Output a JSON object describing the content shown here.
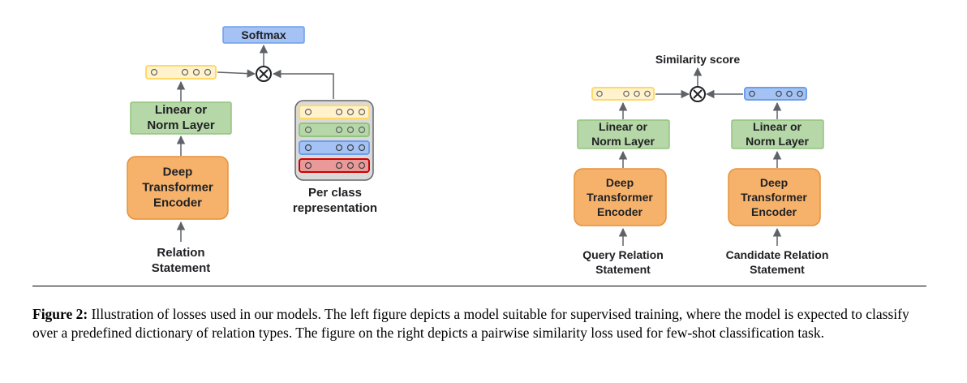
{
  "left": {
    "softmax_label": "Softmax",
    "linear_label": "Linear or\nNorm Layer",
    "encoder_label": "Deep\nTransformer\nEncoder",
    "input_label": "Relation\nStatement",
    "per_class_label": "Per class\nrepresentation"
  },
  "right": {
    "similarity_label": "Similarity score",
    "query_linear_label": "Linear or\nNorm Layer",
    "query_encoder_label": "Deep\nTransformer\nEncoder",
    "query_input_label": "Query Relation\nStatement",
    "candidate_linear_label": "Linear or\nNorm Layer",
    "candidate_encoder_label": "Deep\nTransformer\nEncoder",
    "candidate_input_label": "Candidate Relation\nStatement"
  },
  "caption": {
    "label": "Figure 2:",
    "text": " Illustration of losses used in our models. The left figure depicts a model suitable for supervised training, where the model is expected to classify over a predefined dictionary of relation types. The figure on the right depicts a pairwise similarity loss used for few-shot classification task."
  },
  "colors": {
    "softmax_fill": "#a4c2f4",
    "softmax_stroke": "#6d9eeb",
    "linear_fill": "#b6d7a8",
    "linear_stroke": "#93c47d",
    "encoder_fill": "#f6b26b",
    "encoder_stroke": "#e69138",
    "yellow_fill": "#fff2cc",
    "yellow_stroke": "#ffd966",
    "green_fill": "#b6d7a8",
    "blue_fill": "#a4c2f4",
    "red_fill": "#ea9999",
    "red_stroke": "#cc0000",
    "container_fill": "#d9d9d9",
    "container_stroke": "#666666"
  }
}
